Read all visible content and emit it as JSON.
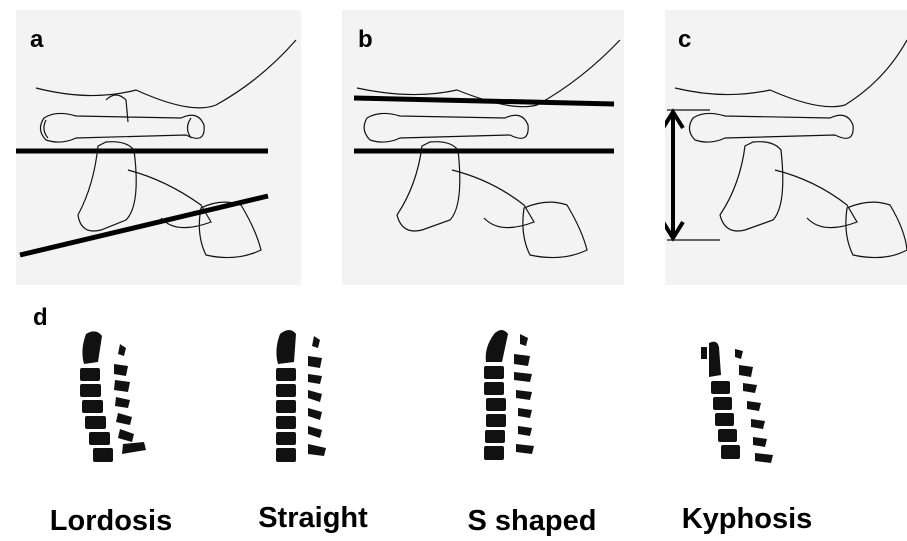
{
  "panels": {
    "a": {
      "label": "a"
    },
    "b": {
      "label": "b"
    },
    "c": {
      "label": "c"
    },
    "d": {
      "label": "d"
    }
  },
  "curvatures": [
    {
      "key": "lordosis",
      "caption": "Lordosis"
    },
    {
      "key": "straight",
      "caption": "Straight"
    },
    {
      "key": "s_shaped",
      "caption": "S shaped"
    },
    {
      "key": "kyphosis",
      "caption": "Kyphosis"
    }
  ],
  "colors": {
    "panel_bg": "#f3f3f3",
    "ink": "#000000"
  }
}
